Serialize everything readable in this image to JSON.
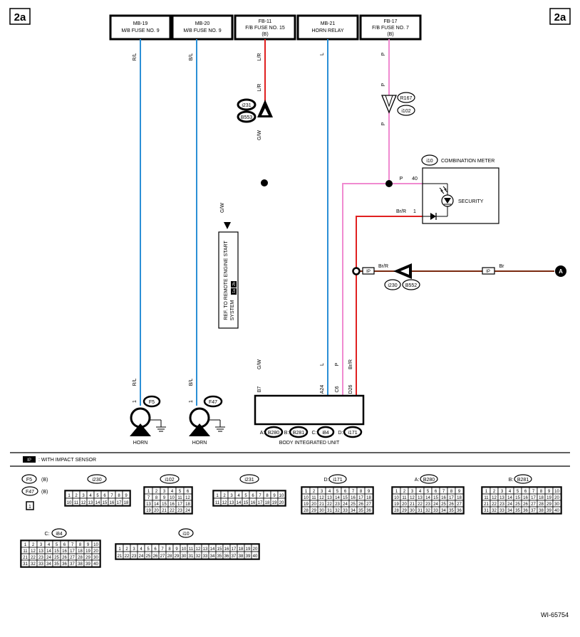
{
  "page": {
    "tag": "2a",
    "figure_id": "WI-65754",
    "colors": {
      "blue": "#2b8fd6",
      "red": "#e02020",
      "pink": "#f08ad0",
      "brown": "#7a2a10",
      "black": "#000000"
    }
  },
  "fuse_boxes": [
    {
      "line1": "MB-19",
      "line2": "M/B FUSE NO. 9",
      "line3": ""
    },
    {
      "line1": "MB-20",
      "line2": "M/B FUSE NO. 9",
      "line3": ""
    },
    {
      "line1": "FB-11",
      "line2": "F/B FUSE NO. 15",
      "line3": "(B)"
    },
    {
      "line1": "MB-21",
      "line2": "HORN RELAY",
      "line3": ""
    },
    {
      "line1": "FB-17",
      "line2": "F/B FUSE NO. 7",
      "line3": "(B)"
    }
  ],
  "wire_labels": {
    "rl_top": "R/L",
    "bl_top": "B/L",
    "lr_1": "L/R",
    "lr_2": "L/R",
    "gw_1": "G/W",
    "l_top": "L",
    "p_1": "P",
    "p_2": "P",
    "p_3": "P",
    "p_40": "P",
    "pin_40": "40",
    "brr_meter": "Br/R",
    "pin_1_meter": "1",
    "brr_mid": "Br/R",
    "br_right": "Br",
    "gw_ref": "G/W",
    "rl_bot": "R/L",
    "bl_bot": "B/L",
    "pin_1a": "1",
    "pin_1b": "1",
    "gw_bot": "G/W",
    "l_bot": "L",
    "p_bot": "P",
    "brr_bot": "Br/R",
    "b7": "B7",
    "a24": "A24",
    "c6": "C6",
    "d26": "D26"
  },
  "connectors_inline": {
    "i231": "i231",
    "b553": "B553",
    "r167": "R167",
    "i102": "i102",
    "i230": "i230",
    "b552": "B552",
    "i10": "i10"
  },
  "combination_meter": {
    "label": "COMBINATION METER",
    "security": "SECURITY"
  },
  "ref_box": {
    "line1": "REF. TO REMOTE ENGINE START",
    "line2": "SYSTEM",
    "badge1": "1a",
    "badge2": "2b"
  },
  "terminal_a": "A",
  "impact_sensor_label": "IP",
  "horns": [
    {
      "conn": "F5",
      "label": "HORN"
    },
    {
      "conn": "F47",
      "label": "HORN"
    }
  ],
  "body_unit": {
    "label": "BODY INTEGRATED UNIT",
    "conns": [
      {
        "prefix": "A:",
        "id": "B280"
      },
      {
        "prefix": "B:",
        "id": "B281"
      },
      {
        "prefix": "C:",
        "id": "i84"
      },
      {
        "prefix": "D:",
        "id": "i171"
      }
    ]
  },
  "legend": {
    "text": ": WITH IMPACT SENSOR"
  },
  "connector_list": {
    "f5": "F5",
    "f5_b": "(B)",
    "f47": "F47",
    "f47_b": "(B)",
    "small_box": "1",
    "i230": "i230",
    "i102": "i102",
    "i231": "i231",
    "d_prefix": "D:",
    "i171": "i171",
    "a_prefix": "A:",
    "b280": "B280",
    "b_prefix": "B:",
    "b281": "B281",
    "c_prefix": "C:",
    "i84": "i84",
    "i10": "i10"
  }
}
